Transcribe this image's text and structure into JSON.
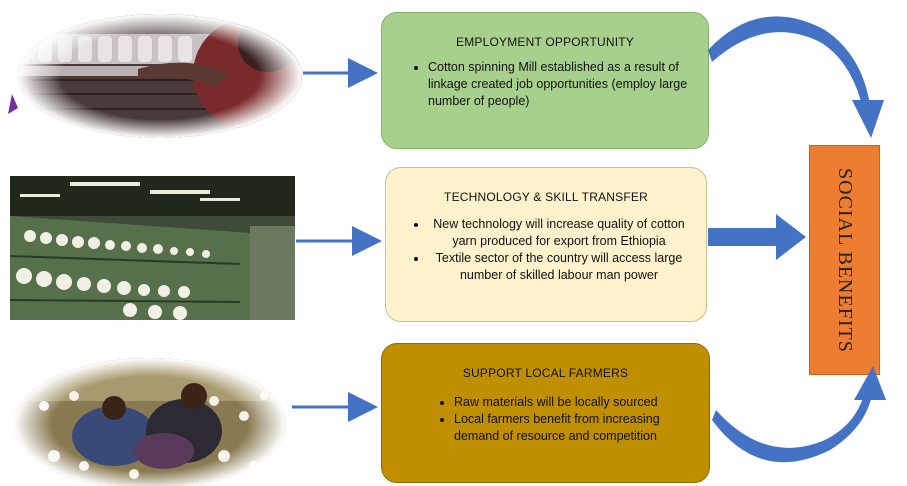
{
  "boxes": [
    {
      "title": "EMPLOYMENT OPPORTUNITY",
      "bullets": [
        "Cotton spinning Mill established as a result of linkage created job opportunities (employ large number of people)"
      ]
    },
    {
      "title": "TECHNOLOGY & SKILL TRANSFER",
      "bullets": [
        "New technology will increase quality of cotton yarn produced for export from Ethiopia",
        "Textile sector of the country will access large number of skilled labour man power"
      ]
    },
    {
      "title": "SUPPORT LOCAL FARMERS",
      "bullets": [
        "Raw materials will be locally sourced",
        "Local farmers benefit from increasing demand of resource and competition"
      ]
    }
  ],
  "outcome": "SOCIAL BENEFITS",
  "colors": {
    "employment_box": "#a8d08d",
    "technology_box": "#fff2cc",
    "farmers_box": "#bf8f00",
    "social_benefits_box": "#ed7d31",
    "arrow": "#4472c4"
  },
  "images": [
    "spinning-mill-worker-photo",
    "spinning-machinery-photo",
    "farmers-cotton-field-photo"
  ]
}
